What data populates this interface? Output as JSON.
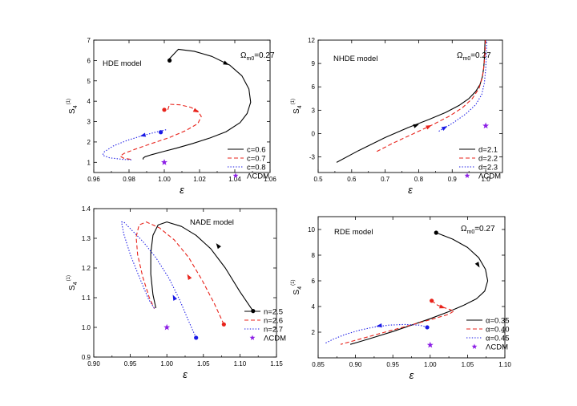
{
  "colors": {
    "black": "#000000",
    "red": "#e8231b",
    "blue": "#1a1ae6",
    "purple": "#8c1ee6"
  },
  "chart_data": [
    {
      "type": "line",
      "panel": "top-left",
      "model_label": "HDE model",
      "omega_label": {
        "base": "Ω",
        "sub": "m0",
        "rest": "=0.27"
      },
      "xlabel": "ε",
      "ylabel": {
        "base": "S",
        "sub": "4",
        "sup": "(1)"
      },
      "xlim": [
        0.96,
        1.06
      ],
      "ylim": [
        0.5,
        7
      ],
      "xticks": [
        0.96,
        0.98,
        1.0,
        1.02,
        1.04,
        1.06
      ],
      "xtick_labels": [
        "0.96",
        "0.98",
        "1.00",
        "1.02",
        "1.04",
        "1.06"
      ],
      "yticks": [
        1,
        2,
        3,
        4,
        5,
        6,
        7
      ],
      "ytick_labels": [
        "1",
        "2",
        "3",
        "4",
        "5",
        "6",
        "7"
      ],
      "series": [
        {
          "name": "c=0.6",
          "color": "black",
          "dash": "solid",
          "x": [
            1.002,
            1.008,
            1.017,
            1.027,
            1.037,
            1.044,
            1.048,
            1.049,
            1.047,
            1.043,
            1.035,
            1.026,
            1.016,
            1.007,
            0.999,
            0.993,
            0.989,
            0.988,
            0.988
          ],
          "y": [
            6.0,
            6.55,
            6.45,
            6.2,
            5.78,
            5.25,
            4.6,
            3.95,
            3.4,
            2.95,
            2.5,
            2.2,
            1.92,
            1.7,
            1.52,
            1.38,
            1.27,
            1.2,
            1.14
          ],
          "start_marker": [
            1.003,
            6.0
          ],
          "arrow": [
            1.035,
            5.85
          ]
        },
        {
          "name": "c=0.7",
          "color": "red",
          "dash": "dashed",
          "x": [
            1.002,
            1.003,
            1.009,
            1.015,
            1.019,
            1.021,
            1.019,
            1.012,
            1.003,
            0.992,
            0.983,
            0.977,
            0.975,
            0.977,
            0.982
          ],
          "y": [
            3.58,
            3.85,
            3.82,
            3.7,
            3.52,
            3.25,
            2.9,
            2.55,
            2.22,
            1.9,
            1.63,
            1.43,
            1.3,
            1.2,
            1.13
          ],
          "start_marker": [
            1.0,
            3.58
          ],
          "arrow": [
            1.018,
            3.52
          ]
        },
        {
          "name": "c=0.8",
          "color": "blue",
          "dash": "dotted",
          "x": [
            1.001,
            0.996,
            0.988,
            0.979,
            0.971,
            0.966,
            0.965,
            0.969,
            0.977,
            0.982
          ],
          "y": [
            2.6,
            2.5,
            2.32,
            2.08,
            1.8,
            1.52,
            1.35,
            1.22,
            1.14,
            1.12
          ],
          "start_marker": [
            0.998,
            2.48
          ],
          "arrow": [
            0.988,
            2.32
          ]
        }
      ],
      "lcdm": [
        1.0,
        1.0
      ],
      "legend": [
        "c=0.6",
        "c=0.7",
        "c=0.8",
        "ΛCDM"
      ]
    },
    {
      "type": "line",
      "panel": "top-right",
      "model_label": "NHDE model",
      "omega_label": {
        "base": "Ω",
        "sub": "m0",
        "rest": "=0.27"
      },
      "xlabel": "ε",
      "ylabel": {
        "base": "S",
        "sub": "4",
        "sup": "(1)"
      },
      "xlim": [
        0.5,
        1.05
      ],
      "ylim": [
        -5,
        12
      ],
      "xticks": [
        0.5,
        0.6,
        0.7,
        0.8,
        0.9,
        1.0
      ],
      "xtick_labels": [
        "0.5",
        "0.6",
        "0.7",
        "0.8",
        "0.9",
        "1.0"
      ],
      "yticks": [
        -3,
        0,
        3,
        6,
        9,
        12
      ],
      "ytick_labels": [
        "-3",
        "0",
        "3",
        "6",
        "9",
        "12"
      ],
      "series": [
        {
          "name": "d=2.1",
          "color": "black",
          "dash": "solid",
          "x": [
            0.555,
            0.62,
            0.7,
            0.77,
            0.83,
            0.88,
            0.92,
            0.95,
            0.97,
            0.983,
            0.99,
            0.994,
            0.996,
            0.997,
            0.998
          ],
          "y": [
            -3.7,
            -2.2,
            -0.5,
            0.8,
            1.8,
            2.7,
            3.6,
            4.5,
            5.4,
            6.3,
            7.3,
            8.4,
            9.6,
            10.8,
            12.0
          ],
          "arrow": [
            0.792,
            1.05
          ]
        },
        {
          "name": "d=2.2",
          "color": "red",
          "dash": "dashed",
          "x": [
            0.675,
            0.72,
            0.78,
            0.84,
            0.89,
            0.93,
            0.96,
            0.98,
            0.99,
            0.995,
            0.998,
            0.999
          ],
          "y": [
            -2.3,
            -1.3,
            -0.1,
            1.1,
            2.2,
            3.3,
            4.5,
            5.8,
            7.2,
            8.8,
            10.4,
            12.0
          ],
          "arrow": [
            0.83,
            0.9
          ]
        },
        {
          "name": "d=2.3",
          "color": "blue",
          "dash": "dotted",
          "x": [
            0.86,
            0.9,
            0.94,
            0.97,
            0.988,
            0.996,
            1.0,
            1.002,
            1.003
          ],
          "y": [
            0.3,
            1.3,
            2.5,
            3.7,
            5.0,
            6.5,
            8.3,
            10.2,
            12.0
          ],
          "arrow": [
            0.877,
            0.75
          ]
        }
      ],
      "lcdm": [
        1.0,
        1.0
      ],
      "legend": [
        "d=2.1",
        "d=2.2",
        "d=2.3",
        "ΛCDM"
      ]
    },
    {
      "type": "line",
      "panel": "bottom-left",
      "model_label": "NADE model",
      "xlabel": "ε",
      "ylabel": {
        "base": "S",
        "sub": "4",
        "sup": "(1)"
      },
      "xlim": [
        0.9,
        1.15
      ],
      "ylim": [
        0.9,
        1.4
      ],
      "xticks": [
        0.9,
        0.95,
        1.0,
        1.05,
        1.1,
        1.15
      ],
      "xtick_labels": [
        "0.90",
        "0.95",
        "1.00",
        "1.05",
        "1.10",
        "1.15"
      ],
      "yticks": [
        0.9,
        1.0,
        1.1,
        1.2,
        1.3,
        1.4
      ],
      "ytick_labels": [
        "0.9",
        "1.0",
        "1.1",
        "1.2",
        "1.3",
        "1.4"
      ],
      "series": [
        {
          "name": "n=2.5",
          "color": "black",
          "dash": "solid",
          "x": [
            1.118,
            1.1,
            1.08,
            1.06,
            1.04,
            1.02,
            1.0,
            0.988,
            0.981,
            0.978,
            0.978,
            0.981,
            0.985
          ],
          "y": [
            1.055,
            1.12,
            1.2,
            1.265,
            1.31,
            1.34,
            1.355,
            1.345,
            1.31,
            1.25,
            1.18,
            1.11,
            1.065
          ],
          "start_marker": [
            1.118,
            1.055
          ],
          "arrow": [
            1.07,
            1.275
          ]
        },
        {
          "name": "n=2.6",
          "color": "red",
          "dash": "dashed",
          "x": [
            1.078,
            1.065,
            1.048,
            1.03,
            1.01,
            0.99,
            0.972,
            0.962,
            0.958,
            0.96,
            0.967,
            0.976,
            0.983
          ],
          "y": [
            1.01,
            1.08,
            1.16,
            1.235,
            1.295,
            1.335,
            1.355,
            1.345,
            1.305,
            1.245,
            1.17,
            1.1,
            1.063
          ],
          "start_marker": [
            1.078,
            1.01
          ],
          "arrow": [
            1.03,
            1.17
          ]
        },
        {
          "name": "n=2.7",
          "color": "blue",
          "dash": "dotted",
          "x": [
            1.04,
            1.03,
            1.018,
            1.003,
            0.985,
            0.967,
            0.951,
            0.941,
            0.938,
            0.941,
            0.95,
            0.963,
            0.975,
            0.983
          ],
          "y": [
            0.965,
            1.02,
            1.09,
            1.165,
            1.235,
            1.29,
            1.33,
            1.355,
            1.355,
            1.315,
            1.245,
            1.165,
            1.095,
            1.063
          ],
          "start_marker": [
            1.04,
            0.965
          ],
          "arrow": [
            1.01,
            1.1
          ]
        }
      ],
      "lcdm": [
        1.0,
        1.0
      ],
      "legend": [
        "n=2.5",
        "n=2.6",
        "n=2.7",
        "ΛCDM"
      ]
    },
    {
      "type": "line",
      "panel": "bottom-right",
      "model_label": "RDE model",
      "omega_label": {
        "base": "Ω",
        "sub": "m0",
        "rest": "=0.27"
      },
      "xlabel": "ε",
      "ylabel": {
        "base": "S",
        "sub": "4",
        "sup": "(1)"
      },
      "xlim": [
        0.85,
        1.1
      ],
      "ylim": [
        0,
        11
      ],
      "xticks": [
        0.85,
        0.9,
        0.95,
        1.0,
        1.05,
        1.1
      ],
      "xtick_labels": [
        "0.85",
        "0.90",
        "0.95",
        "1.00",
        "1.05",
        "1.10"
      ],
      "yticks": [
        2,
        4,
        6,
        8,
        10
      ],
      "ytick_labels": [
        "2",
        "4",
        "6",
        "8",
        "10"
      ],
      "series": [
        {
          "name": "α=0.35",
          "color": "black",
          "dash": "solid",
          "x": [
            1.008,
            1.03,
            1.05,
            1.065,
            1.074,
            1.077,
            1.073,
            1.062,
            1.045,
            1.025,
            1.0,
            0.975,
            0.95,
            0.925,
            0.905,
            0.893
          ],
          "y": [
            9.75,
            9.25,
            8.6,
            7.8,
            6.9,
            6.0,
            5.2,
            4.6,
            4.1,
            3.6,
            3.05,
            2.55,
            2.05,
            1.6,
            1.25,
            1.05
          ],
          "start_marker": [
            1.008,
            9.75
          ],
          "arrow": [
            1.064,
            7.25
          ]
        },
        {
          "name": "α=0.40",
          "color": "red",
          "dash": "dashed",
          "x": [
            1.002,
            1.01,
            1.022,
            1.032,
            1.025,
            1.005,
            0.98,
            0.955,
            0.93,
            0.905,
            0.88
          ],
          "y": [
            4.45,
            4.1,
            3.85,
            3.65,
            3.4,
            3.05,
            2.65,
            2.25,
            1.85,
            1.45,
            1.05
          ],
          "start_marker": [
            1.002,
            4.45
          ],
          "arrow": [
            1.016,
            3.95
          ]
        },
        {
          "name": "α=0.45",
          "color": "blue",
          "dash": "dotted",
          "x": [
            0.996,
            0.985,
            0.965,
            0.945,
            0.925,
            0.905,
            0.885,
            0.87,
            0.86
          ],
          "y": [
            2.4,
            2.55,
            2.6,
            2.55,
            2.4,
            2.15,
            1.8,
            1.45,
            1.15
          ],
          "start_marker": [
            0.996,
            2.38
          ],
          "arrow": [
            0.932,
            2.5
          ]
        }
      ],
      "lcdm": [
        1.0,
        1.0
      ],
      "legend": [
        "α=0.35",
        "α=0.40",
        "α=0.45",
        "ΛCDM"
      ]
    }
  ]
}
